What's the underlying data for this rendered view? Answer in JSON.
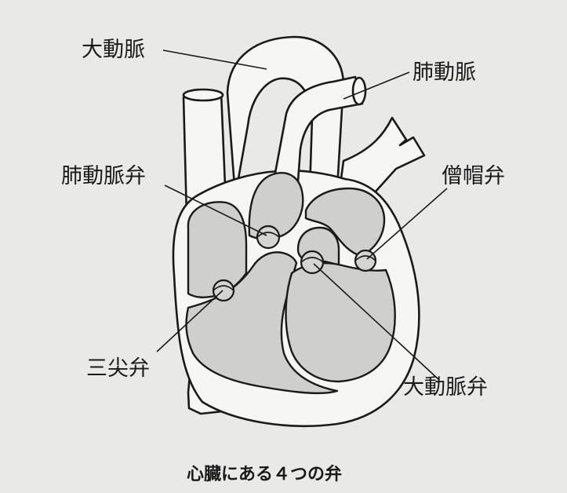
{
  "labels": {
    "aorta": "大動脈",
    "pulmonary_artery": "肺動脈",
    "pulmonary_valve": "肺動脈弁",
    "mitral_valve": "僧帽弁",
    "tricuspid_valve": "三尖弁",
    "aortic_valve": "大動脈弁"
  },
  "caption": "心臓にある４つの弁",
  "colors": {
    "background": "#e9e9e7",
    "outline": "#1a1a1a",
    "chamber_fill": "#cfcfcc",
    "wall_fill": "#f6f6f4"
  }
}
